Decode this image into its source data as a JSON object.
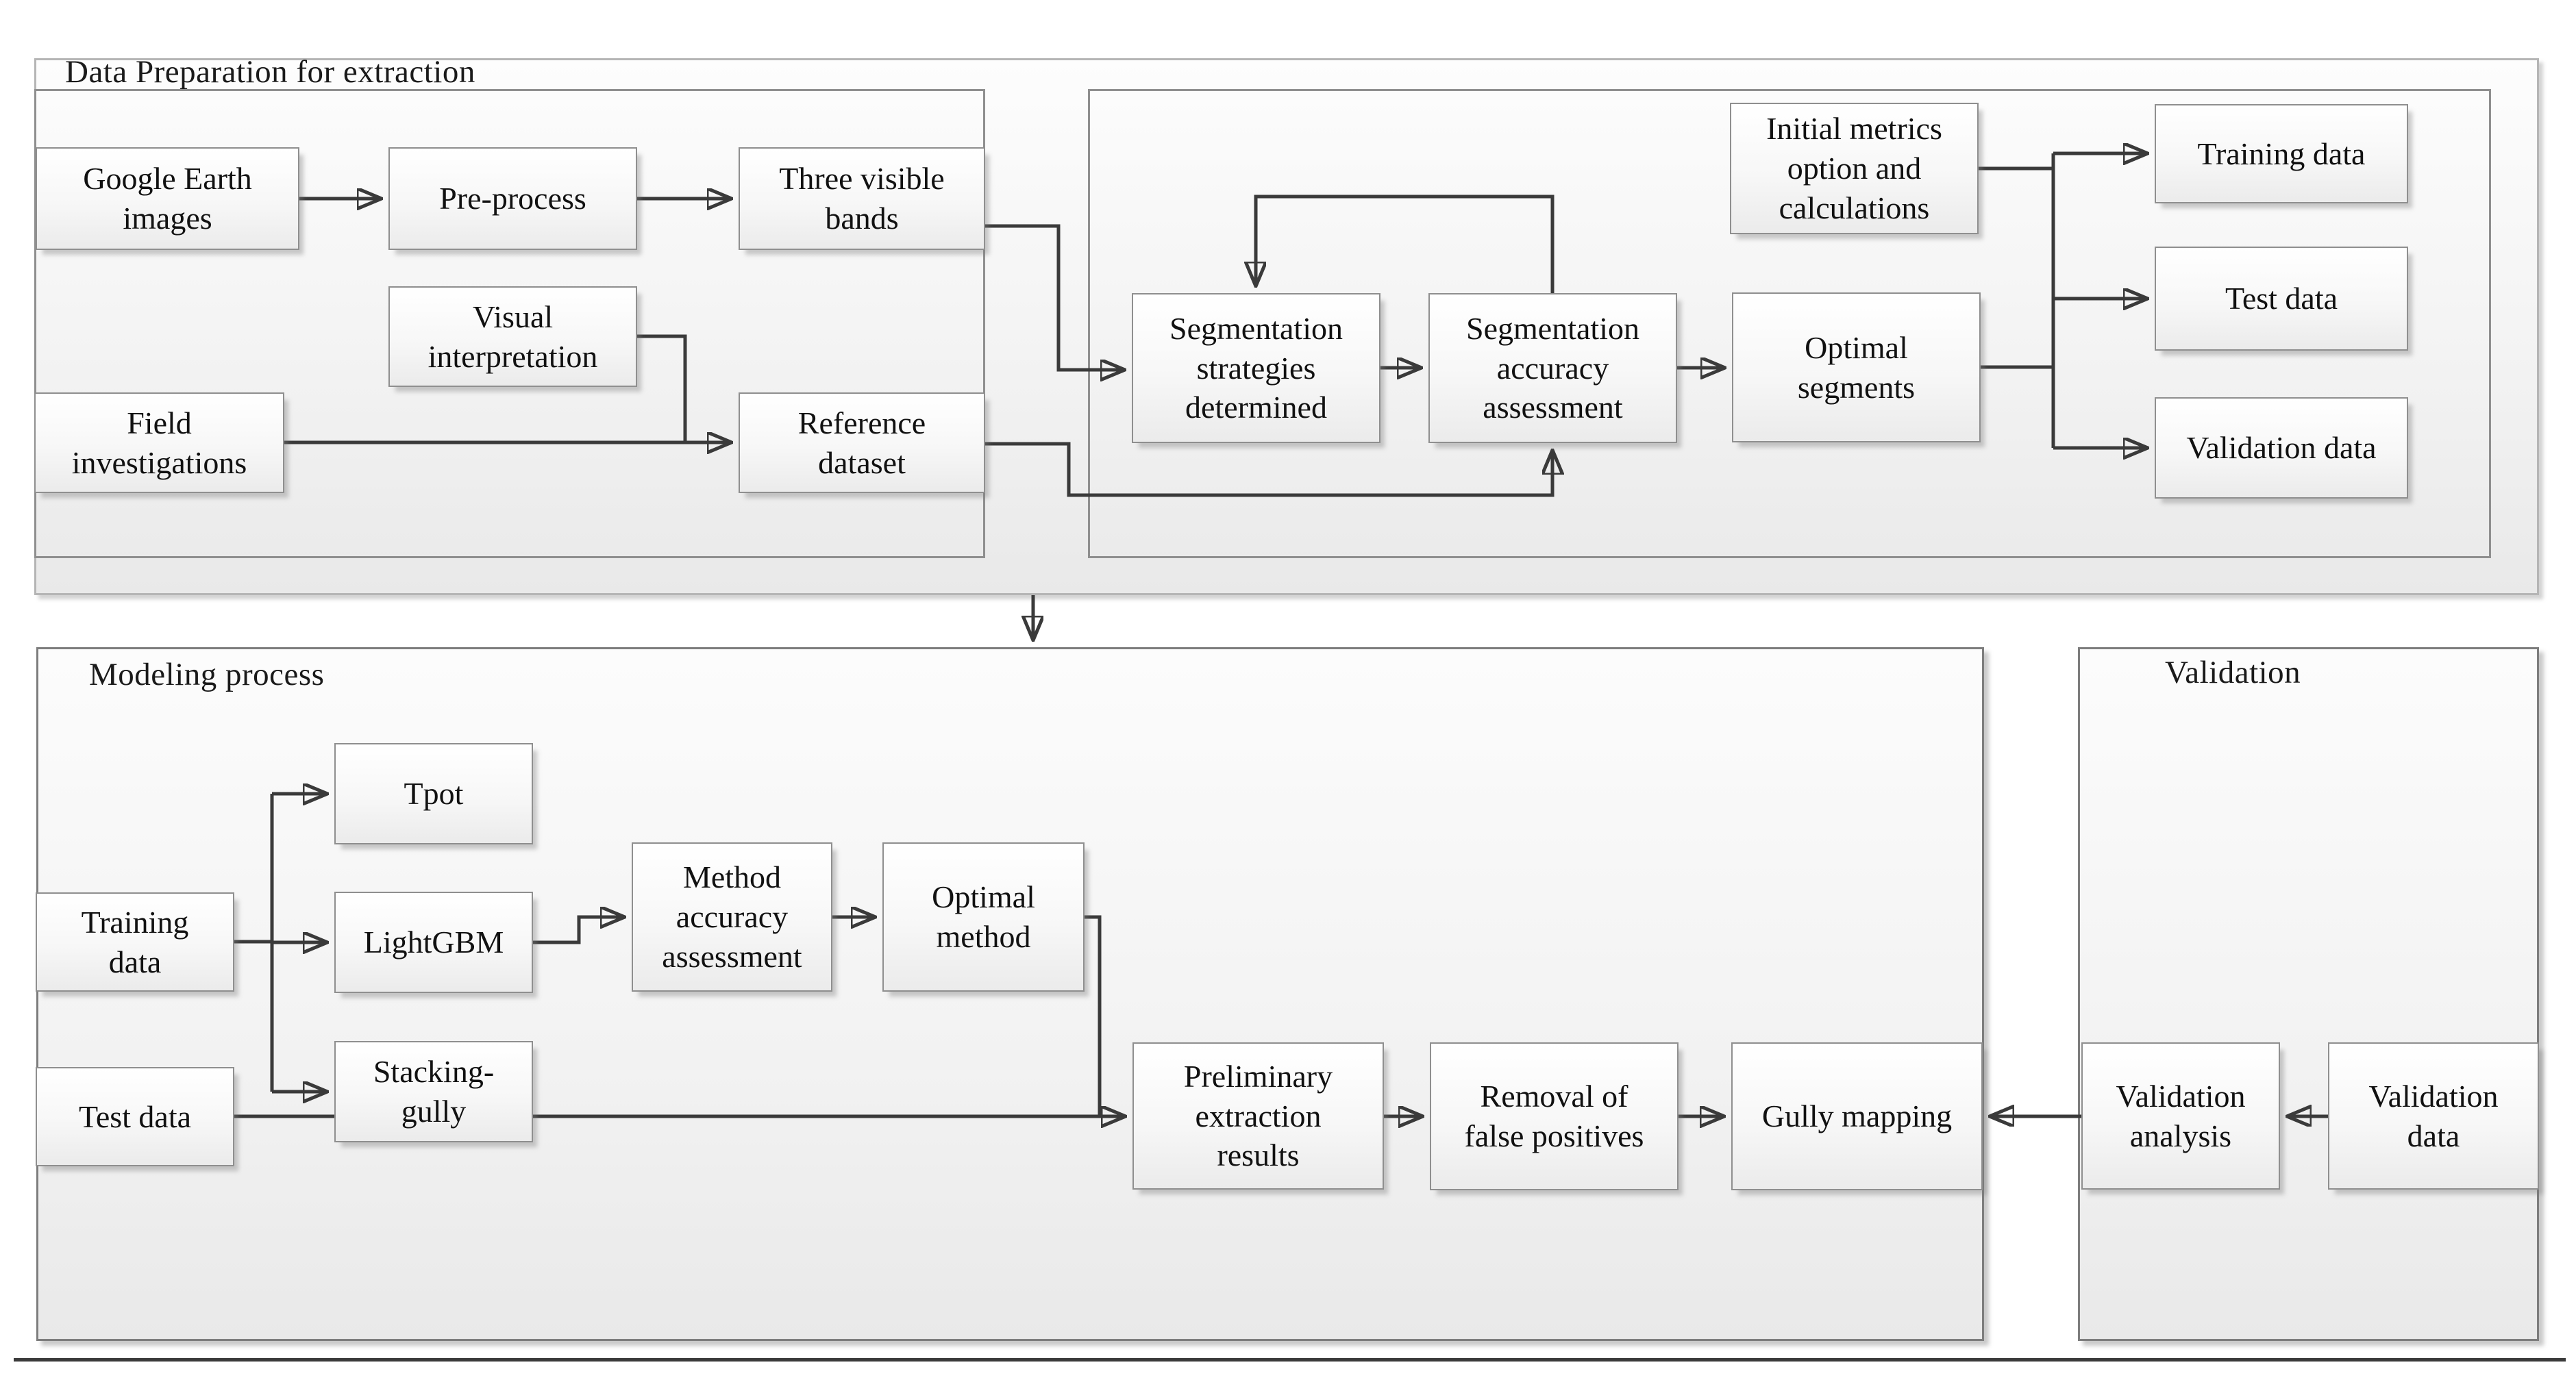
{
  "figure": {
    "sections": {
      "data_preparation": {
        "title": "Data Preparation for extraction"
      },
      "modeling": {
        "title": "Modeling process"
      },
      "validation": {
        "title": "Validation"
      }
    },
    "nodes": {
      "google_earth": {
        "label": "Google Earth\nimages"
      },
      "pre_process": {
        "label": "Pre-process"
      },
      "three_visible": {
        "label": "Three visible\nbands"
      },
      "visual_interpretation": {
        "label": "Visual\ninterpretation"
      },
      "field_investigations": {
        "label": "Field\ninvestigations"
      },
      "reference_dataset": {
        "label": "Reference\ndataset"
      },
      "seg_strategies": {
        "label": "Segmentation\nstrategies\ndetermined"
      },
      "seg_accuracy": {
        "label": "Segmentation\naccuracy\nassessment"
      },
      "optimal_segments": {
        "label": "Optimal\nsegments"
      },
      "initial_metrics": {
        "label": "Initial metrics\noption and\ncalculations"
      },
      "training_data_top": {
        "label": "Training data"
      },
      "test_data_top": {
        "label": "Test data"
      },
      "validation_data_top": {
        "label": "Validation data"
      },
      "training_data_bottom": {
        "label": "Training\ndata"
      },
      "tpot": {
        "label": "Tpot"
      },
      "lightgbm": {
        "label": "LightGBM"
      },
      "stacking_gully": {
        "label": "Stacking-\ngully"
      },
      "method_accuracy": {
        "label": "Method\naccuracy\nassessment"
      },
      "optimal_method": {
        "label": "Optimal\nmethod"
      },
      "test_data_bottom": {
        "label": "Test data"
      },
      "preliminary_results": {
        "label": "Preliminary\nextraction\nresults"
      },
      "removal_false_positives": {
        "label": "Removal of\nfalse positives"
      },
      "gully_mapping": {
        "label": "Gully mapping"
      },
      "validation_analysis": {
        "label": "Validation\nanalysis"
      },
      "validation_data": {
        "label": "Validation\ndata"
      }
    },
    "colors": {
      "line": "#3a3a3a",
      "box_border": "#8f8f8f",
      "text": "#111111"
    }
  }
}
